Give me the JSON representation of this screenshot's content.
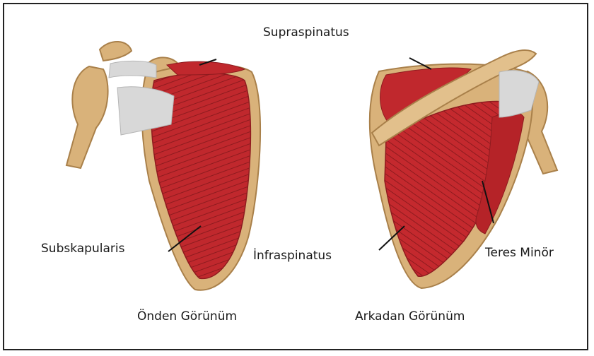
{
  "labels": {
    "supraspinatus": "Supraspinatus",
    "subskapularis": "Subskapularis",
    "infraspinatus": "İnfraspinatus",
    "teres_minor": "Teres Minör"
  },
  "captions": {
    "front_view": "Önden Görünüm",
    "back_view": "Arkadan Görünüm"
  },
  "colors": {
    "muscle": "#c0282d",
    "muscle_dark": "#8e1b1f",
    "bone": "#d9b27a",
    "tendon": "#d8d8d8"
  }
}
